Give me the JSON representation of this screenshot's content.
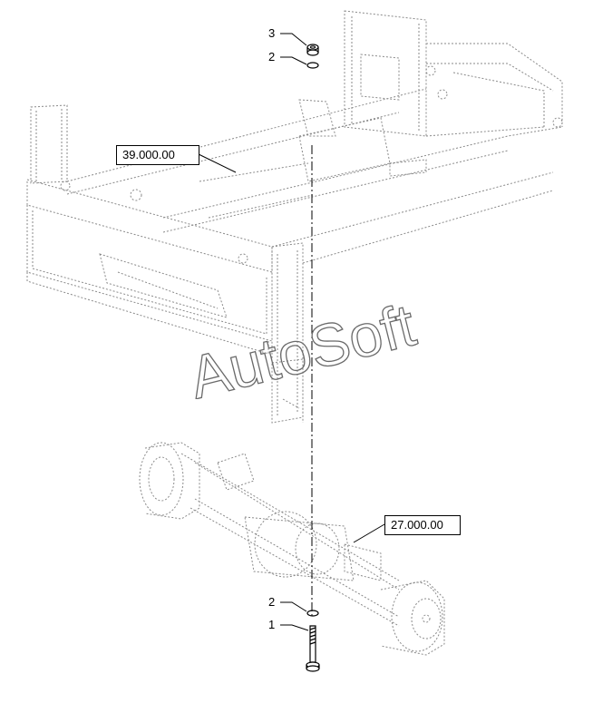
{
  "reference_boxes": {
    "frame_ref": "39.000.00",
    "axle_ref": "27.000.00"
  },
  "callouts": {
    "top_nut": "3",
    "top_washer": "2",
    "bottom_washer": "2",
    "bolt": "1"
  },
  "watermark": {
    "text": "AutoSoft"
  },
  "colors": {
    "line": "#8a8a8a",
    "ink": "#000000",
    "background": "#ffffff"
  }
}
